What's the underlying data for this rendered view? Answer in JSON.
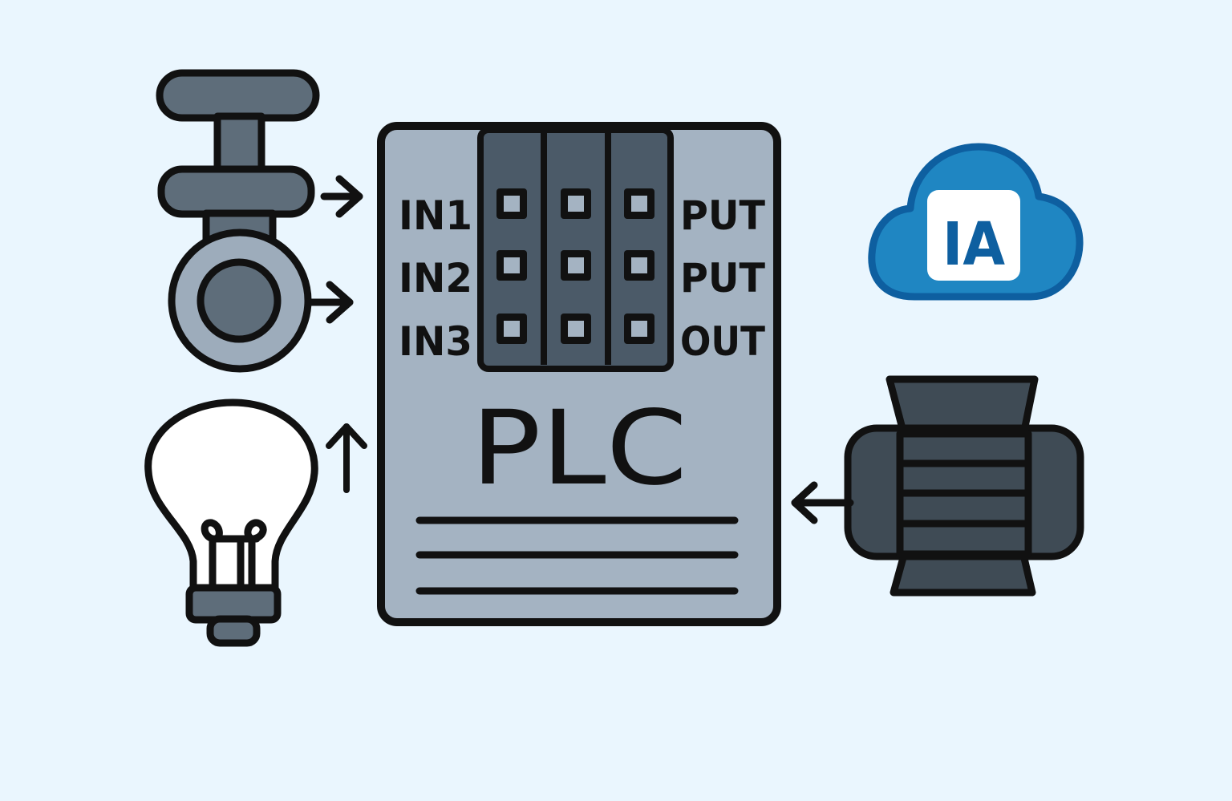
{
  "plc": {
    "title": "PLC",
    "input_labels": [
      "IN1",
      "IN2",
      "IN3"
    ],
    "output_labels": [
      "PUT",
      "PUT",
      "OUT"
    ]
  },
  "cloud": {
    "label": "IA"
  },
  "colors": {
    "background": "#EAF6FE",
    "plc_body": "#A4B3C2",
    "io_block": "#4B5A68",
    "device_gray": "#5E6D7A",
    "device_light": "#9DACBB",
    "motor": "#3F4B55",
    "cloud_blue": "#1F86C2",
    "cloud_outline": "#0E5FA0",
    "stroke": "#111111"
  },
  "icons": [
    "valve-icon",
    "light-bulb-icon",
    "motor-icon",
    "cloud-icon",
    "arrow-icon"
  ]
}
